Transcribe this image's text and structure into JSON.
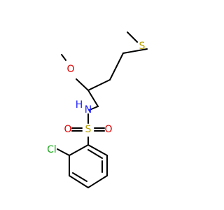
{
  "molecule": {
    "atoms": {
      "S_methyl": {
        "label": "S",
        "color": "#b8a000"
      },
      "O_methoxy": {
        "label": "O",
        "color": "#e00000"
      },
      "N_amide": {
        "label": "N",
        "color": "#2020ff"
      },
      "H_amide": {
        "label": "H",
        "color": "#2020ff"
      },
      "S_sulfonyl": {
        "label": "S",
        "color": "#b8a000"
      },
      "O_sulfonyl_left": {
        "label": "O",
        "color": "#e00000"
      },
      "O_sulfonyl_right": {
        "label": "O",
        "color": "#e00000"
      },
      "Cl": {
        "label": "Cl",
        "color": "#1faa1f"
      }
    },
    "bond_color": "#000000"
  }
}
